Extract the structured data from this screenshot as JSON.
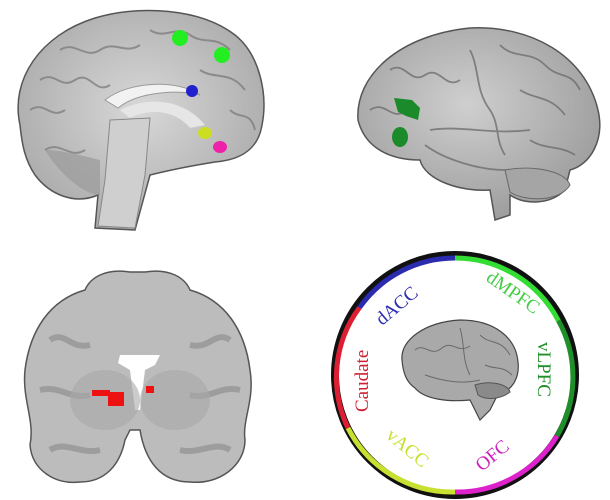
{
  "figure": {
    "panels": [
      {
        "id": "sagittal",
        "view": "medial sagittal brain slice",
        "blobs": [
          {
            "region": "dMPFC",
            "color": "#22ee22",
            "count": 2
          },
          {
            "region": "dACC",
            "color": "#2222cc",
            "count": 1
          },
          {
            "region": "vACC",
            "color": "#ccdd22",
            "count": 1
          },
          {
            "region": "OFC",
            "color": "#ee22aa",
            "count": 1
          }
        ]
      },
      {
        "id": "lateral",
        "view": "lateral surface brain render",
        "blobs": [
          {
            "region": "vLPFC",
            "color": "#1a8a2a",
            "count": 2
          }
        ]
      },
      {
        "id": "coronal",
        "view": "coronal brain slice",
        "blobs": [
          {
            "region": "Caudate",
            "color": "#ee1111",
            "count": 2
          }
        ]
      },
      {
        "id": "legend-ring",
        "view": "circular legend around brain icon"
      }
    ],
    "ring": {
      "segments": [
        {
          "label": "dACC",
          "color": "#2b2bb0",
          "text_color": "#2b2bb0"
        },
        {
          "label": "dMPFC",
          "color": "#33dd33",
          "text_color": "#44cc44"
        },
        {
          "label": "vLPFC",
          "color": "#1f8f2a",
          "text_color": "#1f8f2a"
        },
        {
          "label": "OFC",
          "color": "#dd22cc",
          "text_color": "#cc22bb"
        },
        {
          "label": "vACC",
          "color": "#c8e030",
          "text_color": "#c8e030"
        },
        {
          "label": "Caudate",
          "color": "#dd1f33",
          "text_color": "#cc2233"
        }
      ]
    }
  }
}
